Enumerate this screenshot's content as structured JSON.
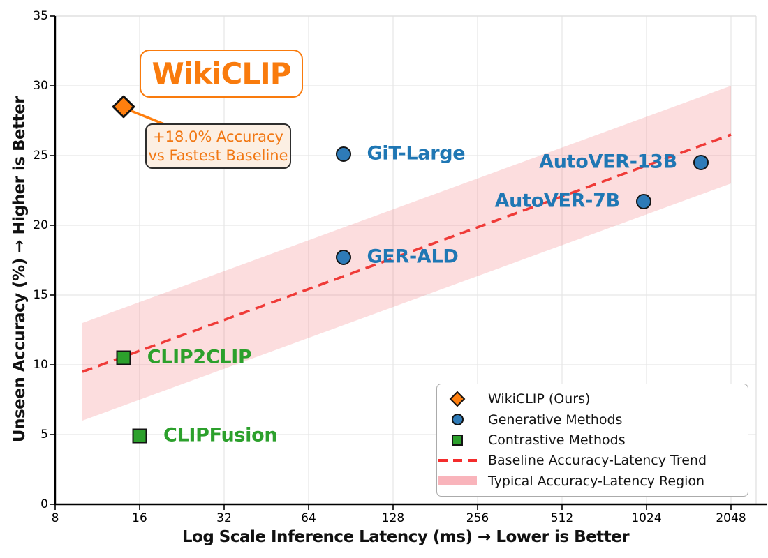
{
  "chart_data": {
    "type": "scatter",
    "title": "",
    "xlabel": "Log Scale Inference Latency (ms) → Lower is Better",
    "ylabel": "Unseen Accuracy (%) → Higher is Better",
    "x_scale": "log2",
    "x_ticks": [
      8,
      16,
      32,
      64,
      128,
      256,
      512,
      1024,
      2048
    ],
    "x_domain": [
      8,
      2520
    ],
    "y_ticks": [
      0,
      5,
      10,
      15,
      20,
      25,
      30,
      35
    ],
    "ylim": [
      0,
      35
    ],
    "grid": true,
    "legend_position": "lower right",
    "series": [
      {
        "name": "WikiCLIP (Ours)",
        "marker": "diamond",
        "color": "#ff7f0e",
        "points": [
          {
            "label": "WikiCLIP",
            "x": 14,
            "y": 28.5,
            "label_side": "none"
          }
        ]
      },
      {
        "name": "Generative Methods",
        "marker": "circle",
        "color": "#2e7bb8",
        "label_color": "#1f77b4",
        "points": [
          {
            "label": "GiT-Large",
            "x": 85,
            "y": 25.1,
            "label_side": "right"
          },
          {
            "label": "GER-ALD",
            "x": 85,
            "y": 17.7,
            "label_side": "right"
          },
          {
            "label": "AutoVER-7B",
            "x": 1000,
            "y": 21.7,
            "label_side": "left"
          },
          {
            "label": "AutoVER-13B",
            "x": 1600,
            "y": 24.5,
            "label_side": "left"
          }
        ]
      },
      {
        "name": "Contrastive Methods",
        "marker": "square",
        "color": "#2ca02c",
        "label_color": "#2ca02c",
        "points": [
          {
            "label": "CLIP2CLIP",
            "x": 14,
            "y": 10.5,
            "label_side": "right"
          },
          {
            "label": "CLIPFusion",
            "x": 16,
            "y": 4.9,
            "label_side": "right"
          }
        ]
      }
    ],
    "trend": {
      "name": "Baseline Accuracy-Latency Trend",
      "x": [
        10,
        2048
      ],
      "y": [
        9.5,
        26.5
      ],
      "color": "#ef3b38",
      "style": "dashed"
    },
    "band": {
      "name": "Typical Accuracy-Latency Region",
      "x": [
        10,
        2048
      ],
      "y_center": [
        9.5,
        26.5
      ],
      "half_width": 3.5,
      "fill": "rgba(240,75,80,0.19)",
      "legend_fill": "#f9b4bb"
    },
    "legend_entries": [
      {
        "swatch": "diamond",
        "color": "#ff7f0e",
        "label": "WikiCLIP (Ours)"
      },
      {
        "swatch": "circle",
        "color": "#2e7bb8",
        "label": "Generative Methods"
      },
      {
        "swatch": "square",
        "color": "#2ca02c",
        "label": "Contrastive Methods"
      },
      {
        "swatch": "dash",
        "color": "#f42c2c",
        "label": "Baseline Accuracy-Latency Trend"
      },
      {
        "swatch": "patch",
        "color": "#f9b4bb",
        "label": "Typical Accuracy-Latency Region"
      }
    ],
    "annotations": {
      "headline": "WikiCLIP",
      "callout_line1": "+18.0% Accuracy",
      "callout_line2": "vs Fastest Baseline"
    }
  }
}
